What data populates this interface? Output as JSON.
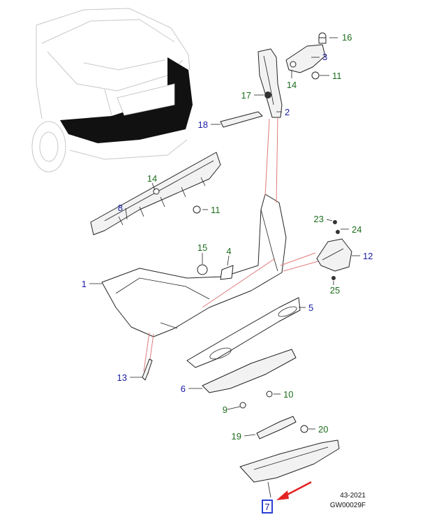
{
  "diagram": {
    "callouts": [
      {
        "id": "16",
        "color": "green"
      },
      {
        "id": "3",
        "color": "blue"
      },
      {
        "id": "11",
        "color": "green"
      },
      {
        "id": "14",
        "color": "green"
      },
      {
        "id": "17",
        "color": "green"
      },
      {
        "id": "2",
        "color": "blue"
      },
      {
        "id": "18",
        "color": "blue"
      },
      {
        "id": "14",
        "color": "green"
      },
      {
        "id": "8",
        "color": "blue"
      },
      {
        "id": "11",
        "color": "green"
      },
      {
        "id": "23",
        "color": "green"
      },
      {
        "id": "24",
        "color": "green"
      },
      {
        "id": "12",
        "color": "blue"
      },
      {
        "id": "25",
        "color": "green"
      },
      {
        "id": "15",
        "color": "green"
      },
      {
        "id": "4",
        "color": "green"
      },
      {
        "id": "1",
        "color": "blue"
      },
      {
        "id": "5",
        "color": "blue"
      },
      {
        "id": "13",
        "color": "blue"
      },
      {
        "id": "6",
        "color": "blue"
      },
      {
        "id": "10",
        "color": "green"
      },
      {
        "id": "9",
        "color": "green"
      },
      {
        "id": "19",
        "color": "green"
      },
      {
        "id": "20",
        "color": "green"
      },
      {
        "id": "7",
        "color": "blue"
      }
    ],
    "colors": {
      "blue": "#1a1aa6",
      "green": "#1d6e1d",
      "highlight": "#2a3fd6",
      "arrow": "#e32222"
    },
    "reference_date": "43-2021",
    "reference_code": "GW00029F"
  }
}
